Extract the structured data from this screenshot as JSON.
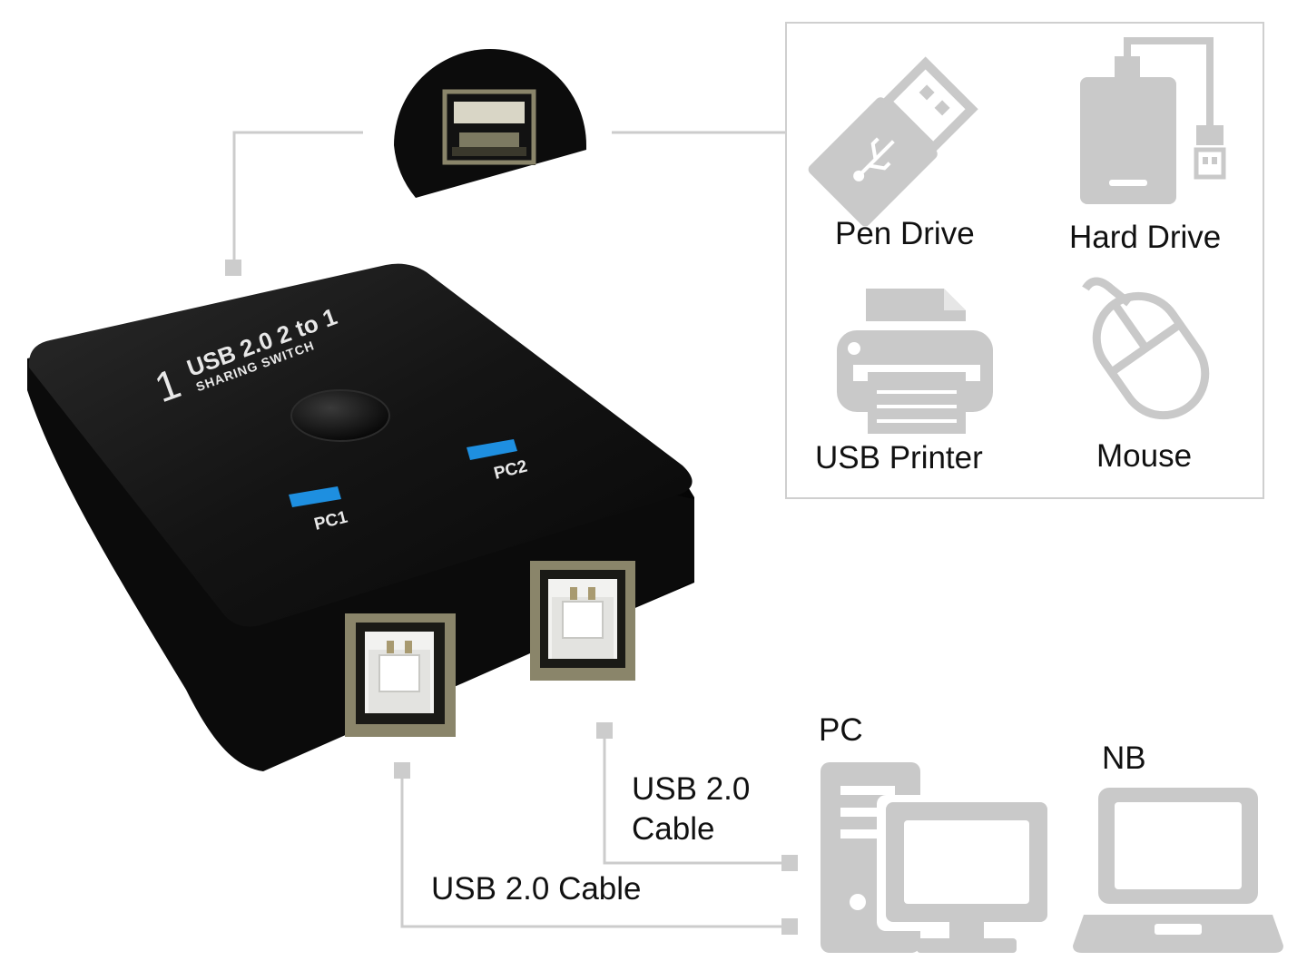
{
  "device": {
    "model_number": "1",
    "model_line1": "USB 2.0 2 to 1",
    "model_line2": "SHARING SWITCH",
    "port1_label": "PC1",
    "port2_label": "PC2"
  },
  "peripherals": {
    "pen_drive": "Pen Drive",
    "hard_drive": "Hard Drive",
    "usb_printer": "USB Printer",
    "mouse": "Mouse"
  },
  "computers": {
    "pc": "PC",
    "nb": "NB"
  },
  "cables": {
    "cable1_line1": "USB 2.0",
    "cable1_line2": "Cable",
    "cable2": "USB 2.0 Cable"
  },
  "colors": {
    "device_body": "#0d0d0d",
    "led": "#1e8fe0",
    "icon_gray": "#c9c9c9",
    "connector_line": "#cccccc",
    "port_metal": "#8a856a"
  }
}
